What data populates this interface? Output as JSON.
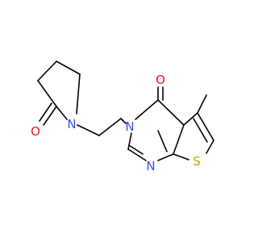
{
  "molecule": {
    "atoms": {
      "oxygen_lactam": "O",
      "nitrogen_pyrrolidine": "N",
      "nitrogen_n3": "N",
      "oxygen_carbonyl": "O",
      "nitrogen_n1": "N",
      "sulfur": "S"
    }
  },
  "colors": {
    "bond": "#000000",
    "nitrogen": "#3050F8",
    "oxygen": "#FF0D0D",
    "sulfur": "#C6A300"
  }
}
